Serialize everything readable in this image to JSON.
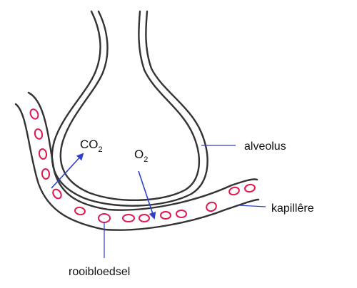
{
  "colors": {
    "outline": "#333333",
    "arrow": "#2f3fc9",
    "cell": "#e0184f",
    "text": "#111111"
  },
  "labels": {
    "alveolus": "alveolus",
    "capillary": "kapillêre",
    "red_cells": "rooibloedsel",
    "co2_main": "CO",
    "co2_sub": "2",
    "o2_main": "O",
    "o2_sub": "2"
  }
}
